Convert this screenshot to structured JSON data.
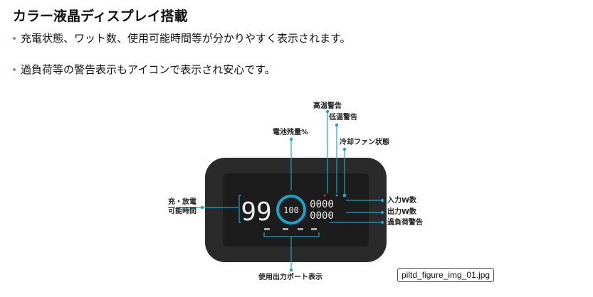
{
  "title": "カラー液晶ディスプレイ搭載",
  "bullets": [
    "充電状態、ワット数、使用可能時間等が分かりやすく表示されます。",
    "過負荷等の警告表示もアイコンで表示され安心です。"
  ],
  "figure": {
    "labels": {
      "high_temp": "高温警告",
      "low_temp": "低温警告",
      "battery": "電池残量%",
      "fan": "冷却ファン状態",
      "charge_time_1": "充・放電",
      "charge_time_2": "可能時間",
      "input_w": "入力W数",
      "output_w": "出力W数",
      "overload": "過負荷警告",
      "ports": "使用出力ポート表示"
    },
    "display": {
      "time": "99",
      "percent": "100",
      "input": "0000",
      "output": "0000"
    },
    "accent": "#1aa3c8",
    "tooltip": "piltd_figure_img_01.jpg"
  }
}
